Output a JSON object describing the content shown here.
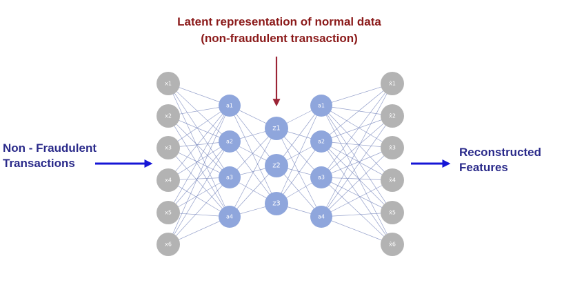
{
  "title": {
    "line1": "Latent representation of normal data",
    "line2": "(non-fraudulent transaction)"
  },
  "input_label": {
    "line1": "Non - Fraudulent",
    "line2": "Transactions"
  },
  "output_label": {
    "line1": "Reconstructed",
    "line2": "Features"
  },
  "colors": {
    "title_text": "#8b1a1a",
    "label_text": "#2a2a8a",
    "arrow_blue": "#1515d6",
    "arrow_red": "#9b2335",
    "node_gray": "#b3b3b3",
    "node_blue": "#8fa6dc",
    "edge": "#6f7fb8"
  },
  "layers": [
    {
      "kind": "input",
      "labels": [
        "x1",
        "x2",
        "x3",
        "x4",
        "x5",
        "x6"
      ]
    },
    {
      "kind": "hidden",
      "labels": [
        "a1",
        "a2",
        "a3",
        "a4"
      ]
    },
    {
      "kind": "latent",
      "labels": [
        "z1",
        "z2",
        "z3"
      ]
    },
    {
      "kind": "hidden",
      "labels": [
        "a1",
        "a2",
        "a3",
        "a4"
      ]
    },
    {
      "kind": "output",
      "labels": [
        "x̂1",
        "x̂2",
        "x̂3",
        "x̂4",
        "x̂5",
        "x̂6"
      ]
    }
  ]
}
